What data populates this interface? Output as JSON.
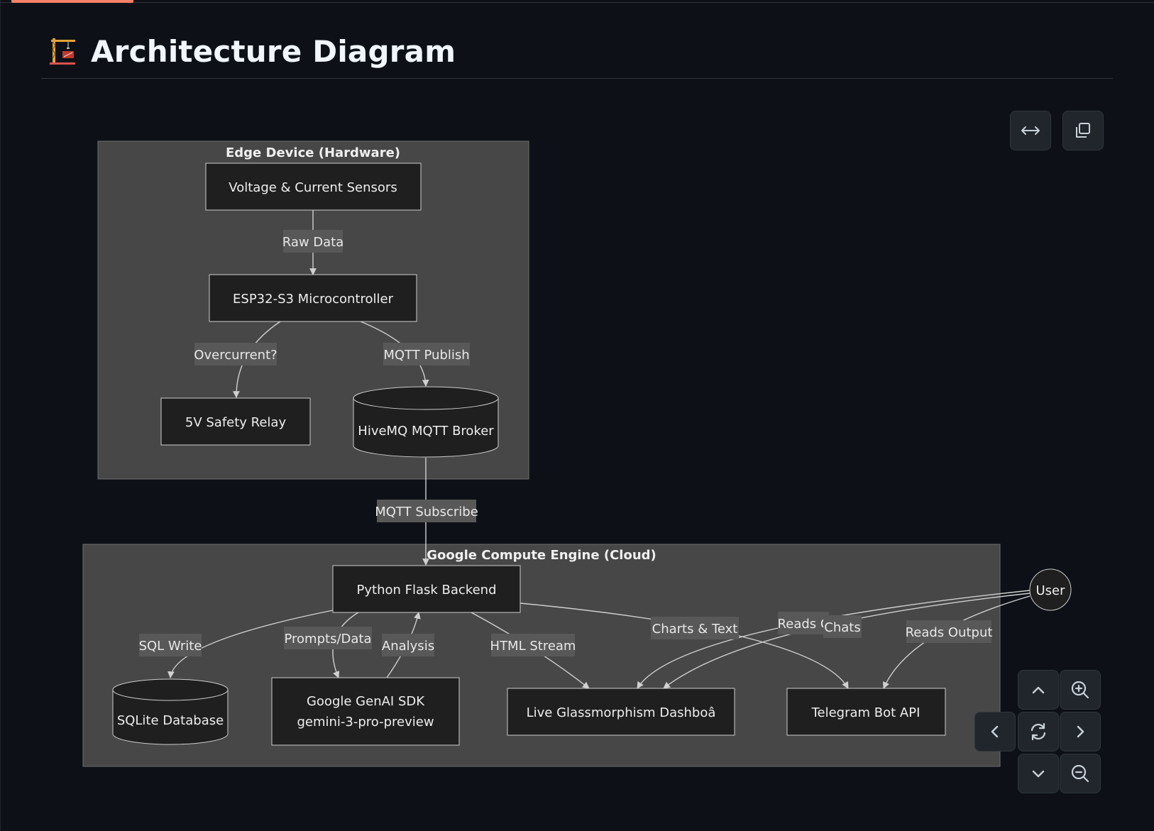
{
  "page": {
    "title": "Architecture Diagram",
    "title_icon": "construction-crane-icon"
  },
  "controls": {
    "fullscreen": "expand-horizontal-icon",
    "copy": "copy-icon",
    "pan_up": "chevron-up-icon",
    "pan_down": "chevron-down-icon",
    "pan_left": "chevron-left-icon",
    "pan_right": "chevron-right-icon",
    "zoom_in": "zoom-in-icon",
    "zoom_out": "zoom-out-icon",
    "reset": "reset-icon"
  },
  "colors": {
    "page_background": "#0d1117",
    "cluster_fill": "#474747",
    "node_fill": "#1f1f1f",
    "node_stroke": "#cccccc",
    "edge_label_bg": "#585858",
    "edge_stroke": "#d0d0d0",
    "accent": "#f78166"
  },
  "diagram": {
    "clusters": {
      "edge": "Edge Device (Hardware)",
      "cloud": "Google Compute Engine (Cloud)"
    },
    "nodes": {
      "sensors": "Voltage & Current Sensors",
      "esp32": "ESP32-S3 Microcontroller",
      "relay": "5V Safety Relay",
      "broker": "HiveMQ MQTT Broker",
      "flask": "Python Flask Backend",
      "sqlite": "SQLite Database",
      "genai_line1": "Google GenAI SDK",
      "genai_line2": "gemini-3-pro-preview",
      "dashboard": "Live Glassmorphism Dashboâ",
      "telegram": "Telegram Bot API",
      "user": "User"
    },
    "edges": {
      "raw_data": "Raw Data",
      "overcurrent": "Overcurrent?",
      "mqtt_publish": "MQTT Publish",
      "mqtt_subscribe": "MQTT Subscribe",
      "sql_write": "SQL Write",
      "prompts_data": "Prompts/Data",
      "analysis": "Analysis",
      "html_stream": "HTML Stream",
      "charts_text": "Charts & Text",
      "reads_c": "Reads C",
      "chats": "Chats",
      "reads_output": "Reads Output"
    }
  }
}
